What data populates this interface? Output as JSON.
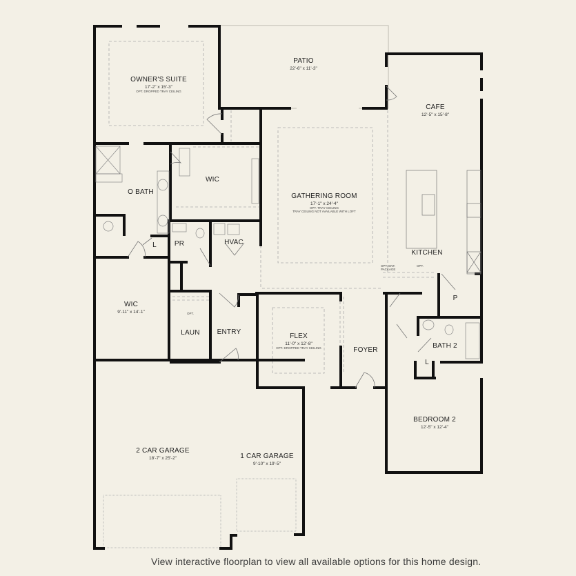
{
  "footer": {
    "link_text": "View interactive floorplan to view all available options for this home design."
  },
  "colors": {
    "background": "#f3f0e6",
    "wall": "#111111",
    "dashed": "#aaaaaa",
    "text": "#222222"
  },
  "rooms": {
    "owners_suite": {
      "name": "OWNER'S SUITE",
      "dim": "17'-2\" x 15'-3\"",
      "note": "OPT. DROPPED TRAY CEILING"
    },
    "patio": {
      "name": "PATIO",
      "dim": "22'-6\" x 11'-3\""
    },
    "cafe": {
      "name": "CAFE",
      "dim": "12'-5\" x 15'-8\""
    },
    "gathering_room": {
      "name": "GATHERING ROOM",
      "dim": "17'-1\" x 24'-4\"",
      "note": "OPT. TRAY CEILING",
      "note2": "TRAY CEILING NOT AVAILABLE WITH LOFT"
    },
    "o_bath": {
      "name": "O BATH"
    },
    "wic_upper": {
      "name": "WIC"
    },
    "pr": {
      "name": "PR"
    },
    "hvac": {
      "name": "HVAC"
    },
    "l_owner": {
      "name": "L"
    },
    "wic_lower": {
      "name": "WIC",
      "dim": "9'-11\" x 14'-1\""
    },
    "laun": {
      "name": "LAUN",
      "note": "OPT."
    },
    "entry": {
      "name": "ENTRY"
    },
    "flex": {
      "name": "FLEX",
      "dim": "11'-0\" x 12'-8\"",
      "note": "OPT. DROPPED TRAY CEILING"
    },
    "foyer": {
      "name": "FOYER"
    },
    "kitchen": {
      "name": "KITCHEN",
      "note_ent": "OPT. ENT. PACKAGE",
      "note_opt": "OPT."
    },
    "pantry": {
      "name": "P"
    },
    "bath2": {
      "name": "BATH 2"
    },
    "l_bath2": {
      "name": "L"
    },
    "bedroom2": {
      "name": "BEDROOM 2",
      "dim": "12'-5\" x 12'-4\""
    },
    "garage2": {
      "name": "2 CAR GARAGE",
      "dim": "18'-7\" x 25'-2\""
    },
    "garage1": {
      "name": "1 CAR GARAGE",
      "dim": "9'-10\" x 19'-5\""
    }
  }
}
